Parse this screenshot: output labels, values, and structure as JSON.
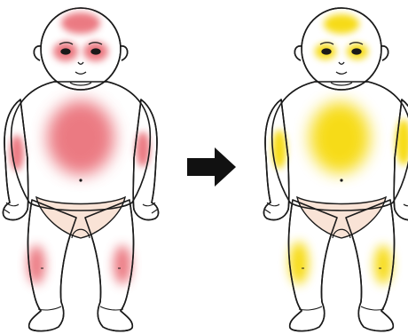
{
  "figure": {
    "arrow_icon": "right-arrow-icon",
    "before": {
      "patch_color": "#e8636d",
      "patches": [
        "forehead",
        "left-eye",
        "right-eye",
        "chest",
        "left-arm",
        "right-arm",
        "left-leg",
        "right-leg"
      ]
    },
    "after": {
      "patch_color": "#f6d800",
      "patches": [
        "forehead",
        "left-eye",
        "right-eye",
        "chest",
        "left-arm",
        "right-arm",
        "left-leg",
        "right-leg"
      ]
    },
    "colors": {
      "outline": "#1a1a1a",
      "skin": "#ffffff",
      "diaper": "#f9e3d6",
      "arrow": "#111111"
    }
  }
}
